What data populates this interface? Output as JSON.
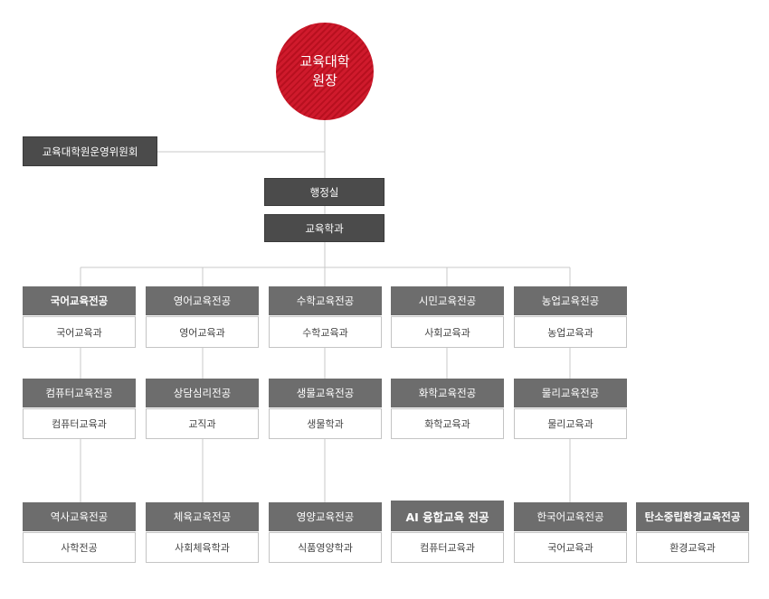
{
  "dean": {
    "line1": "교육대학",
    "line2": "원장"
  },
  "committee": "교육대학원운영위원회",
  "admin_office": "행정실",
  "edu_dept": "교육학과",
  "majors": [
    {
      "header": "국어교육전공",
      "dept": "국어교육과"
    },
    {
      "header": "영어교육전공",
      "dept": "영어교육과"
    },
    {
      "header": "수학교육전공",
      "dept": "수학교육과"
    },
    {
      "header": "시민교육전공",
      "dept": "사회교육과"
    },
    {
      "header": "농업교육전공",
      "dept": "농업교육과"
    },
    {
      "header": "컴퓨터교육전공",
      "dept": "컴퓨터교육과"
    },
    {
      "header": "상담심리전공",
      "dept": "교직과"
    },
    {
      "header": "생물교육전공",
      "dept": "생물학과"
    },
    {
      "header": "화학교육전공",
      "dept": "화학교육과"
    },
    {
      "header": "물리교육전공",
      "dept": "물리교육과"
    },
    {
      "header": "역사교육전공",
      "dept": "사학전공"
    },
    {
      "header": "체육교육전공",
      "dept": "사회체육학과"
    },
    {
      "header": "영양교육전공",
      "dept": "식품영양학과"
    },
    {
      "header": "AI 융합교육 전공",
      "dept": "컴퓨터교육과"
    },
    {
      "header": "한국어교육전공",
      "dept": "국어교육과"
    },
    {
      "header": "탄소중립환경교육전공",
      "dept": "환경교육과"
    }
  ]
}
